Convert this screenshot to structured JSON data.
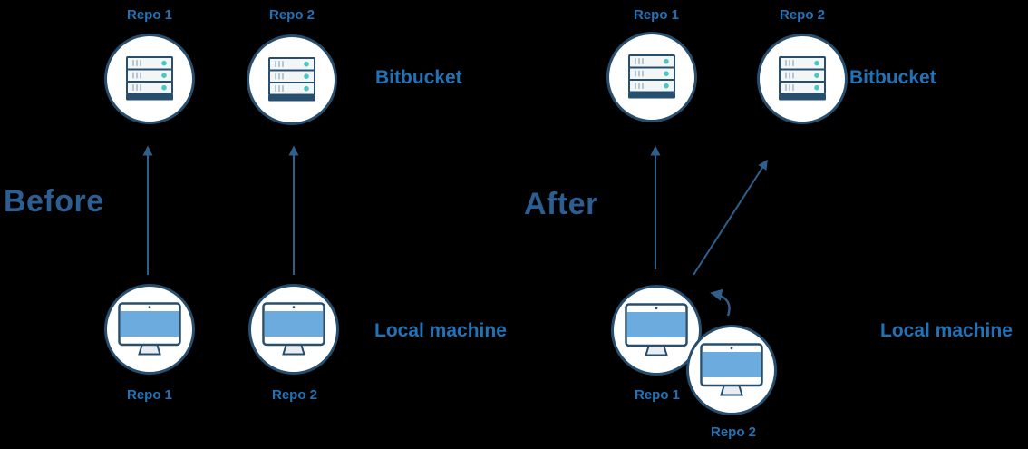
{
  "colors": {
    "background": "#000000",
    "label_blue": "#2173b8",
    "heading_blue": "#2d5e92",
    "arrow_blue": "#2e5f8d",
    "circle_border_navy": "#274e6d",
    "circle_fill": "#ffffff",
    "icon_teal": "#4cc5c5",
    "screen_blue": "#6cabde",
    "icon_body_gray": "#f3f6f7",
    "vent_gray": "#a9bac8",
    "stand_gray": "#e9edf2"
  },
  "before": {
    "heading": "Before",
    "bitbucket_label": "Bitbucket",
    "local_machine_label": "Local machine",
    "bitbucket_repos": [
      {
        "label": "Repo 1"
      },
      {
        "label": "Repo 2"
      }
    ],
    "local_repos": [
      {
        "label": "Repo 1"
      },
      {
        "label": "Repo 2"
      }
    ]
  },
  "after": {
    "heading": "After",
    "bitbucket_label": "Bitbucket",
    "local_machine_label": "Local machine",
    "bitbucket_repos": [
      {
        "label": "Repo 1"
      },
      {
        "label": "Repo 2"
      }
    ],
    "local_repos": [
      {
        "label": "Repo 1"
      },
      {
        "label": "Repo 2"
      }
    ]
  },
  "icons": {
    "bitbucket_node": "server-icon",
    "local_node": "desktop-computer-icon",
    "push_arrows": "up-arrow-icon",
    "merge_arrow": "curved-left-arrow-icon"
  }
}
